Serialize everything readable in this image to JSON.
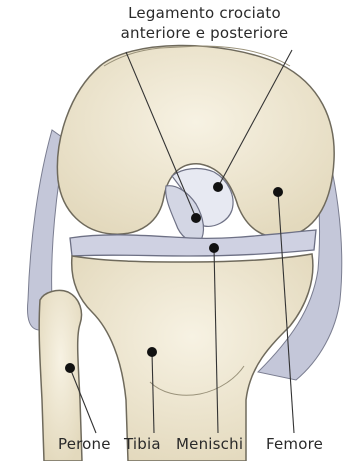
{
  "labels": {
    "ligament_line1": "Legamento crociato",
    "ligament_line2": "anteriore e posteriore",
    "fibula": "Perone",
    "tibia": "Tibia",
    "menisci": "Menischi",
    "femur": "Femore"
  },
  "colors": {
    "bone": "#eee7d3",
    "bone_shadow": "#d9d0b6",
    "bone_outline": "#6f6a5c",
    "cartilage": "#c9cbdc",
    "ligament": "#b8bccf",
    "marker": "#111111",
    "leader": "#333333"
  }
}
